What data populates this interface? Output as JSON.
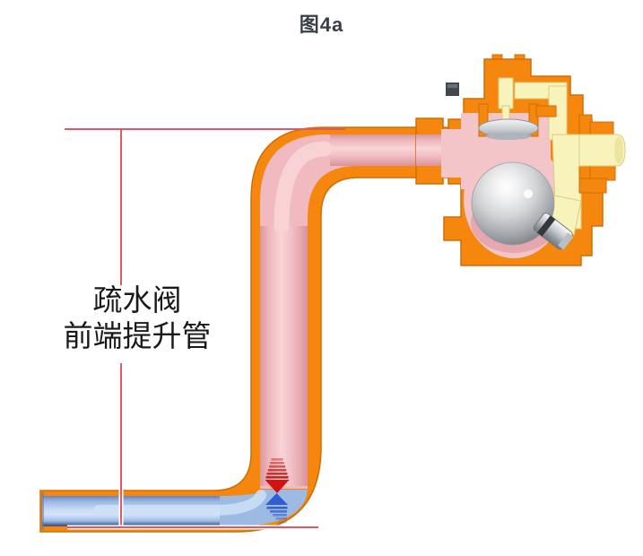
{
  "figure": {
    "title": "图4a"
  },
  "annotation": {
    "line1": "疏水阀",
    "line2": "前端提升管"
  },
  "colors": {
    "pipe_orange": "#f5870f",
    "pipe_orange_dark": "#cf6e06",
    "riser_pink": "#f0bac0",
    "condensate_blue": "#9dbbe2",
    "steam_yellow": "#f8f3ba",
    "steam_yellow_dark": "#d9cd80",
    "trap_pink": "#f3c4c8",
    "dimension_red": "#e25862",
    "arrow_red": "#d51212",
    "arrow_blue": "#2e5ecf",
    "metal_gray": "#c9cdd1",
    "title_color": "#3a3e47",
    "label_color": "#1a1a1a"
  }
}
